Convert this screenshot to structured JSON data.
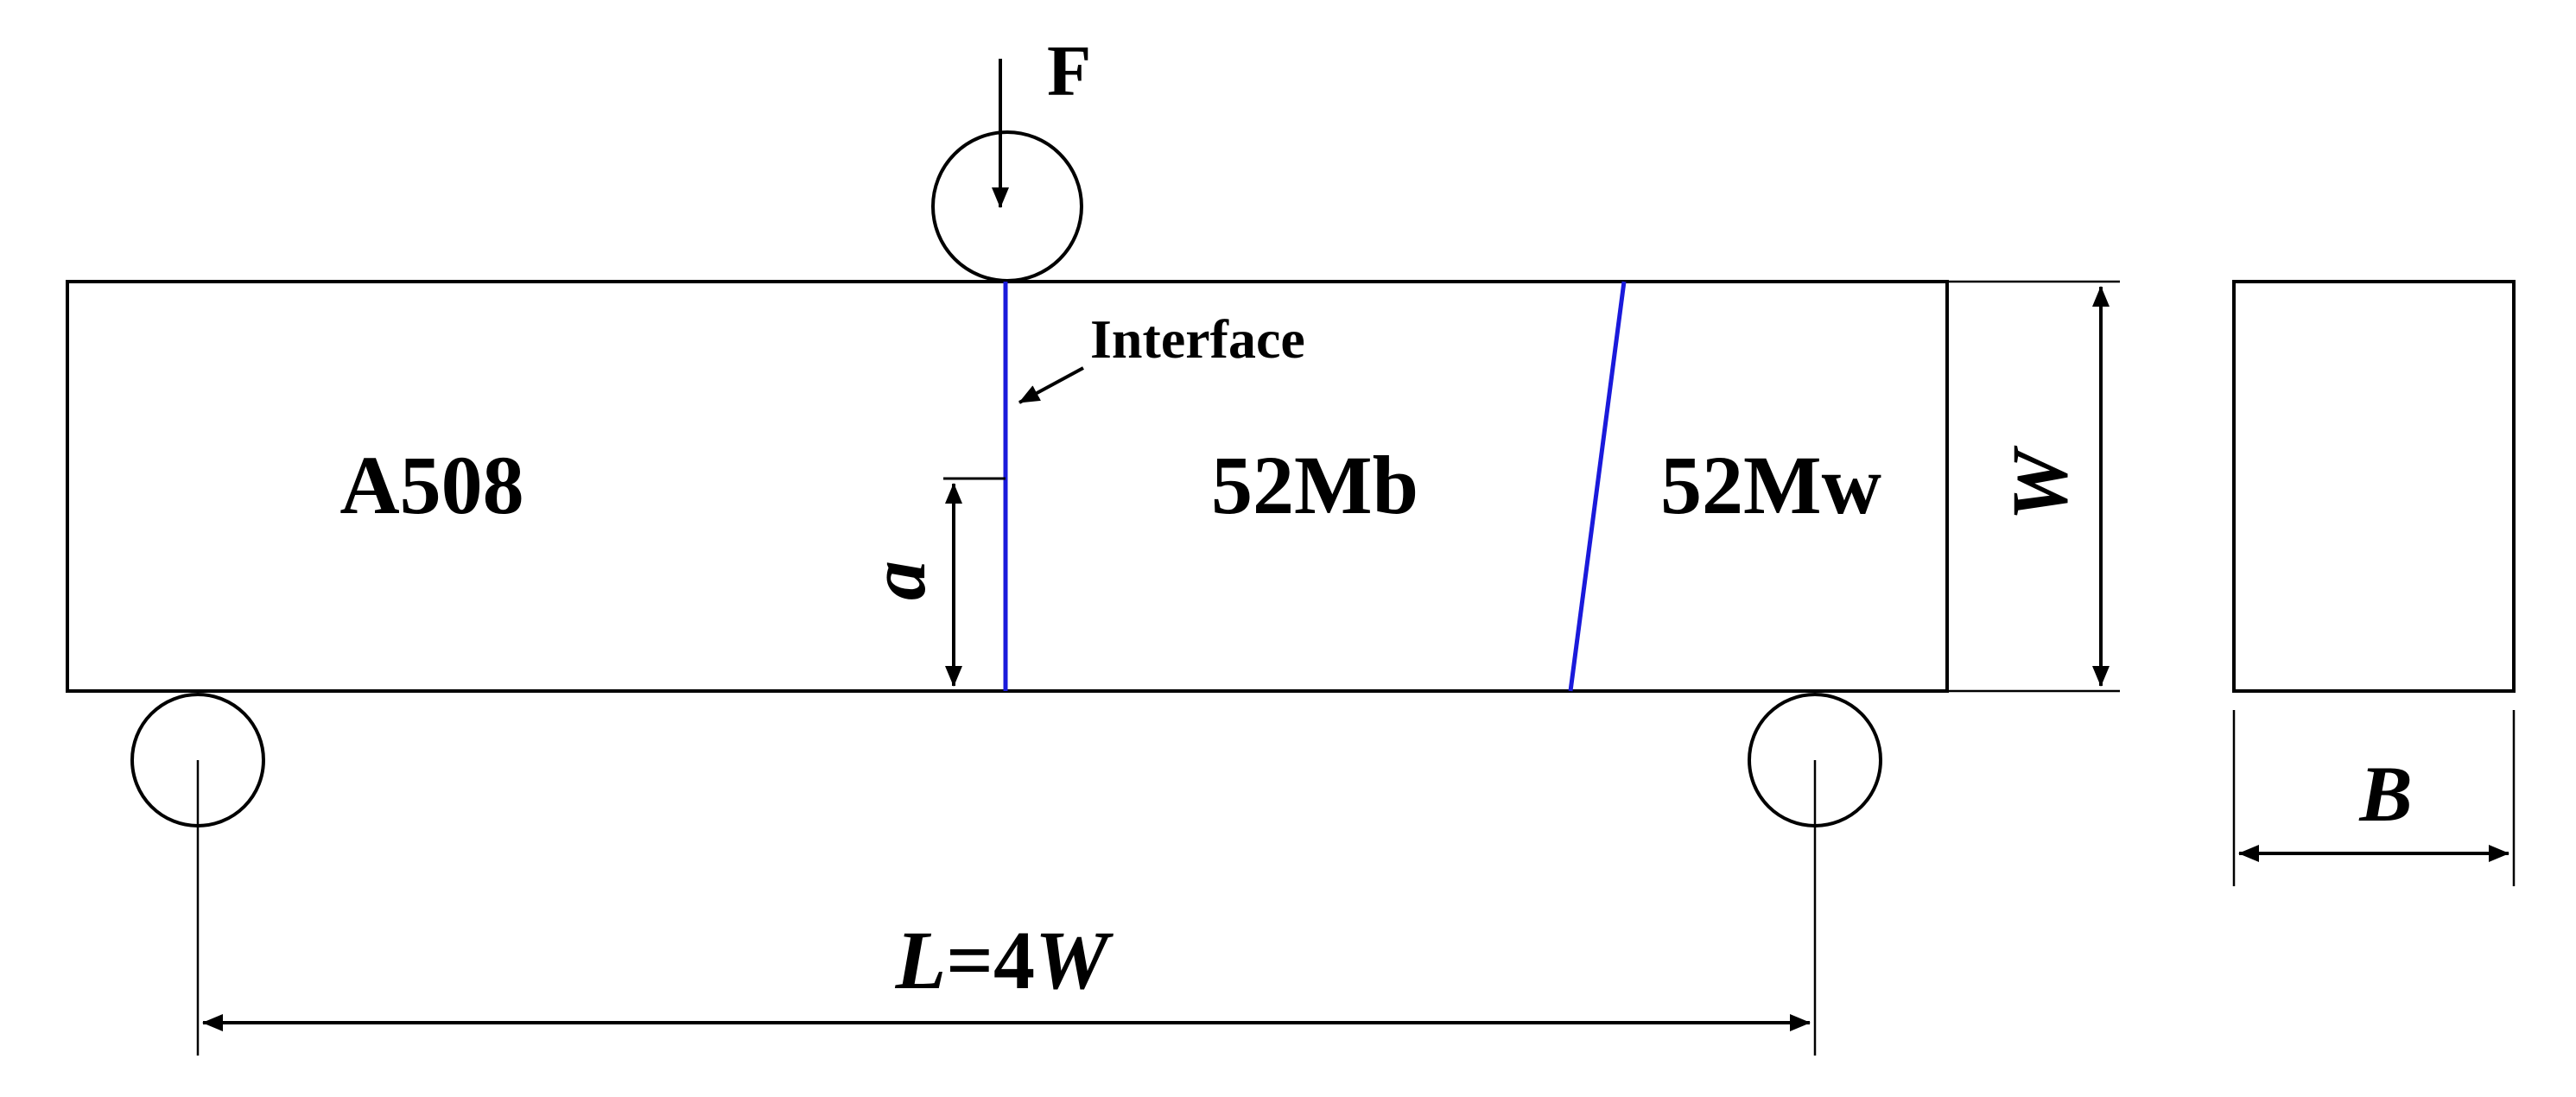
{
  "labels": {
    "force": "F",
    "interface": "Interface",
    "material_left": "A508",
    "material_middle": "52Mb",
    "material_right": "52Mw",
    "crack_length": "a",
    "width": "W",
    "span_prefix": "L",
    "span_equals": "=4",
    "span_suffix": "W",
    "thickness": "B"
  },
  "colors": {
    "outline": "#000000",
    "interface_line": "#1a1adb",
    "background": "#ffffff"
  }
}
